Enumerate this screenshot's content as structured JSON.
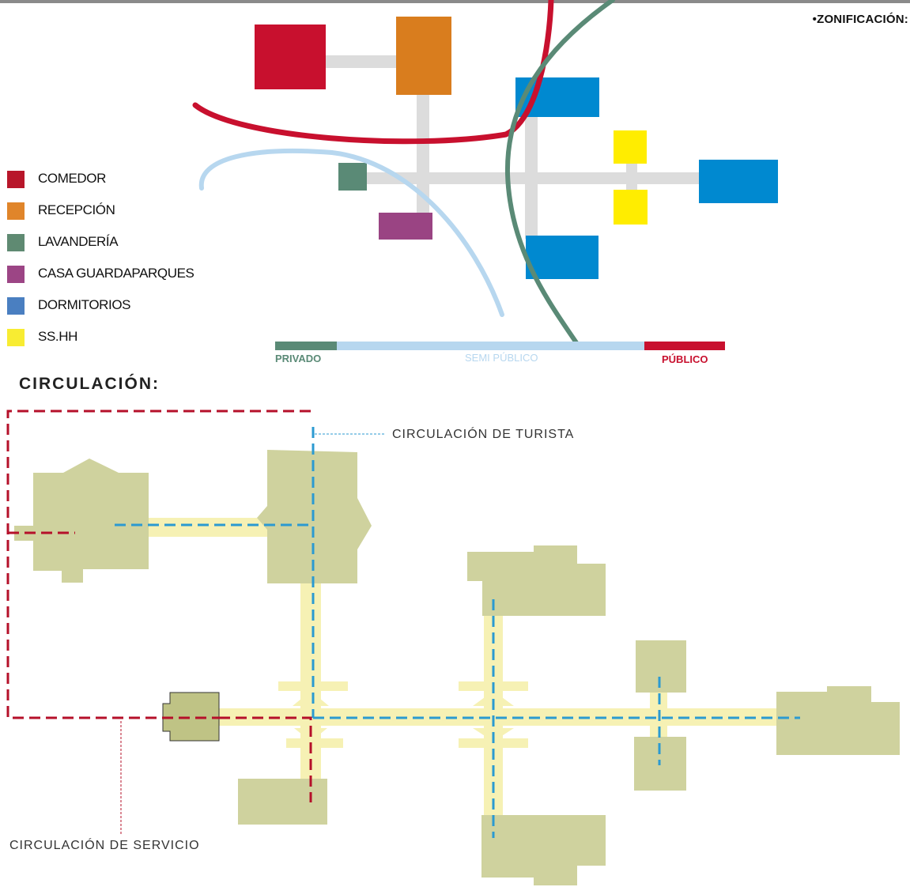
{
  "zonificacion": {
    "title": "•ZONIFICACIÓN:",
    "legend": [
      {
        "label": "COMEDOR",
        "color": "#b8162a"
      },
      {
        "label": "RECEPCIÓN",
        "color": "#e0852a"
      },
      {
        "label": "LAVANDERÍA",
        "color": "#5f8a72"
      },
      {
        "label": "CASA GUARDAPARQUES",
        "color": "#9c4585"
      },
      {
        "label": "DORMITORIOS",
        "color": "#4a7fc1"
      },
      {
        "label": "SS.HH",
        "color": "#f8ec32"
      }
    ],
    "scale": {
      "privado": "PRIVADO",
      "semi_publico": "SEMI PÚBLICO",
      "publico": "PÚBLICO"
    },
    "colors": {
      "comedor": "#c8102e",
      "recepcion": "#d97d1e",
      "lavanderia": "#5a8a76",
      "guardaparques": "#9a4483",
      "dormitorios": "#0089d0",
      "sshh": "#ffed00",
      "path": "#dcdcdc",
      "privado": "#5a8a76",
      "semi": "#b7d7ef",
      "publico": "#c8102e"
    }
  },
  "circulacion": {
    "title": "CIRCULACIÓN:",
    "turista_label": "CIRCULACIÓN DE TURISTA",
    "servicio_label": "CIRCULACIÓN DE SERVICIO",
    "colors": {
      "building": "#cfd29e",
      "building_dark": "#bfc385",
      "walkway": "#f6f1b4",
      "turista": "#2b9ad1",
      "servicio": "#b5102a"
    }
  }
}
